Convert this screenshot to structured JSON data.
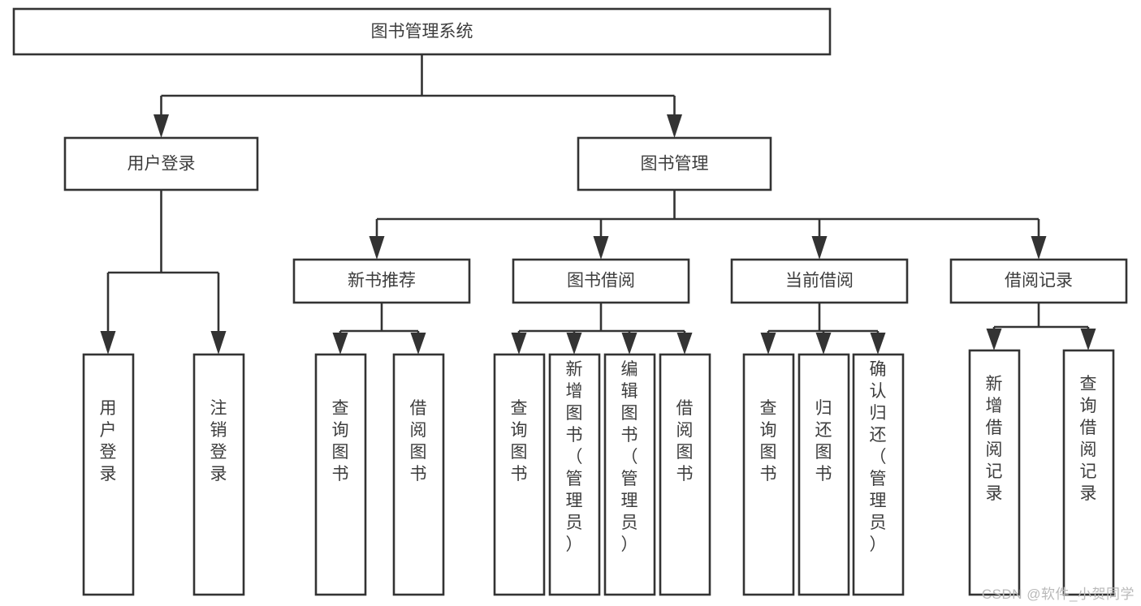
{
  "diagram": {
    "type": "tree-hierarchy",
    "title": "图书管理系统",
    "orientation": "top-down",
    "colors": {
      "background": "#ffffff",
      "box_fill": "#ffffff",
      "box_stroke": "#333333",
      "text": "#3d3d3d",
      "watermark": "#b9b9b9"
    },
    "root": {
      "id": "root",
      "label": "图书管理系统",
      "text_orientation": "horizontal"
    },
    "level2": [
      {
        "id": "user-login",
        "label": "用户登录",
        "text_orientation": "horizontal"
      },
      {
        "id": "book-management",
        "label": "图书管理",
        "text_orientation": "horizontal"
      }
    ],
    "level3": [
      {
        "id": "new-book-recommend",
        "label": "新书推荐",
        "parent": "book-management",
        "text_orientation": "horizontal"
      },
      {
        "id": "book-borrow",
        "label": "图书借阅",
        "parent": "book-management",
        "text_orientation": "horizontal"
      },
      {
        "id": "current-borrow",
        "label": "当前借阅",
        "parent": "book-management",
        "text_orientation": "horizontal"
      },
      {
        "id": "borrow-record",
        "label": "借阅记录",
        "parent": "book-management",
        "text_orientation": "horizontal"
      }
    ],
    "leaves": [
      {
        "id": "leaf-user-login",
        "label": "用户登录",
        "parent": "user-login",
        "text_orientation": "vertical"
      },
      {
        "id": "leaf-user-logout",
        "label": "注销登录",
        "parent": "user-login",
        "text_orientation": "vertical"
      },
      {
        "id": "leaf-query-book-1",
        "label": "查询图书",
        "parent": "new-book-recommend",
        "text_orientation": "vertical"
      },
      {
        "id": "leaf-borrow-book-1",
        "label": "借阅图书",
        "parent": "new-book-recommend",
        "text_orientation": "vertical"
      },
      {
        "id": "leaf-query-book-2",
        "label": "查询图书",
        "parent": "book-borrow",
        "text_orientation": "vertical"
      },
      {
        "id": "leaf-add-book",
        "label": "新增图书（管理员）",
        "parent": "book-borrow",
        "text_orientation": "vertical"
      },
      {
        "id": "leaf-edit-book",
        "label": "编辑图书（管理员）",
        "parent": "book-borrow",
        "text_orientation": "vertical"
      },
      {
        "id": "leaf-borrow-book-2",
        "label": "借阅图书",
        "parent": "book-borrow",
        "text_orientation": "vertical"
      },
      {
        "id": "leaf-query-book-3",
        "label": "查询图书",
        "parent": "current-borrow",
        "text_orientation": "vertical"
      },
      {
        "id": "leaf-return-book",
        "label": "归还图书",
        "parent": "current-borrow",
        "text_orientation": "vertical"
      },
      {
        "id": "leaf-confirm-return",
        "label": "确认归还（管理员）",
        "parent": "current-borrow",
        "text_orientation": "vertical"
      },
      {
        "id": "leaf-add-record",
        "label": "新增借阅记录",
        "parent": "borrow-record",
        "text_orientation": "vertical"
      },
      {
        "id": "leaf-query-record",
        "label": "查询借阅记录",
        "parent": "borrow-record",
        "text_orientation": "vertical"
      }
    ]
  },
  "watermark": {
    "text": "CSDN @软件_小贺同学"
  }
}
